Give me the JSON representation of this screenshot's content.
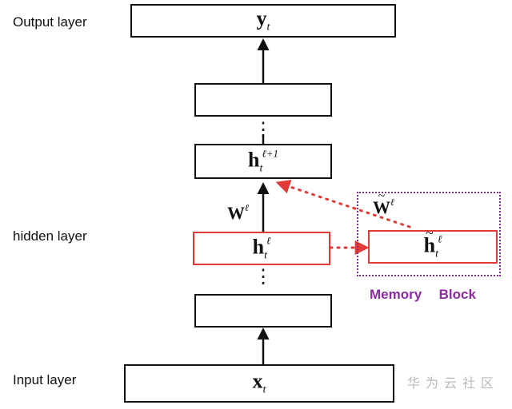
{
  "labels": {
    "output_layer": "Output layer",
    "hidden_layer": "hidden layer",
    "input_layer": "Input layer"
  },
  "nodes": {
    "output": {
      "base": "y",
      "sub": "t"
    },
    "hidden_upper": {
      "base": "h",
      "sub": "t",
      "sup": "ℓ+1"
    },
    "hidden_current": {
      "base": "h",
      "sub": "t",
      "sup": "ℓ"
    },
    "memory_state": {
      "base": "h",
      "sub": "t",
      "sup": "ℓ",
      "accent": "~"
    },
    "input": {
      "base": "x",
      "sub": "t"
    }
  },
  "weights": {
    "forward": {
      "base": "W",
      "sup": "ℓ"
    },
    "memory": {
      "base": "W",
      "sup": "ℓ",
      "accent": "~"
    }
  },
  "memory_block": {
    "label": "Memory  Block"
  },
  "ellipsis": "⋮",
  "watermark": "华为云社区",
  "colors": {
    "edge_dark": "#111111",
    "memory_red": "#e23a36",
    "memory_purple": "#8b2aa0",
    "watermark_gray": "#b9b9b9"
  }
}
